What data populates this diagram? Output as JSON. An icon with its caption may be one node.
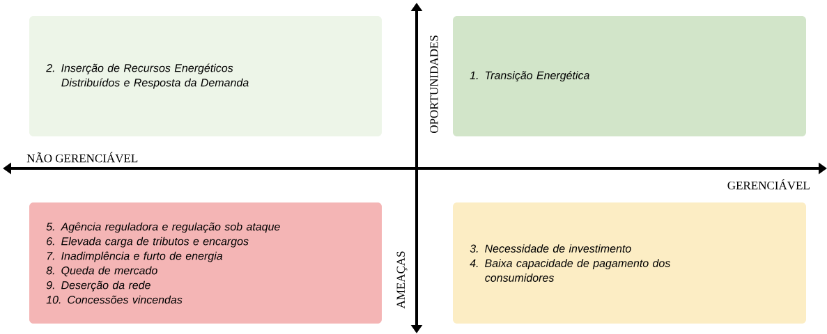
{
  "diagram": {
    "nodes": [
      {
        "text": [
          "2. Inserção de Recursos Energéticos Distribuídos e Resposta da Demanda"
        ]
      },
      {
        "text": [
          "1. Transição Energética"
        ]
      },
      {
        "text": [
          "5. Agência reguladora e regulação sob ataque",
          "6. Elevada carga de tributos e encargos",
          "7. Inadimplência e furto de energia",
          "8. Queda de mercado",
          "9. Deserção da rede",
          "10. Concessões vincendas"
        ]
      },
      {
        "text": [
          "3. Necessidade de investimento",
          "4. Baixa capacidade de pagamento dos consumidores"
        ]
      }
    ],
    "edges": [],
    "labels": [
      "OPORTUNIDADES",
      "NÃO GERENCIÁVEL",
      "GERENCIÁVEL",
      "AMEAÇAS"
    ]
  }
}
